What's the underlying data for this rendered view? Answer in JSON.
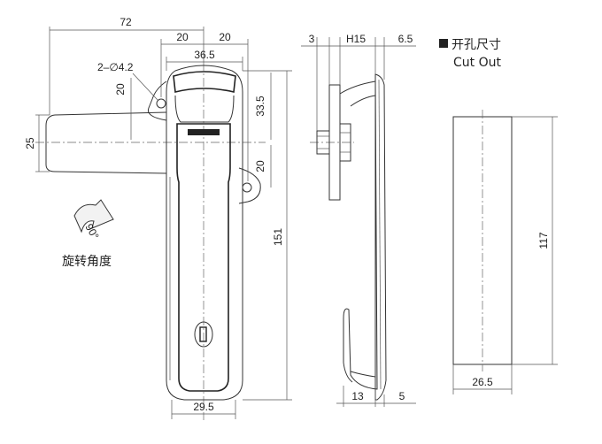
{
  "title": {
    "cn": "开孔尺寸",
    "en": "Cut Out"
  },
  "rotation": {
    "label": "旋转角度",
    "angle": "90°"
  },
  "dims": {
    "w72": "72",
    "w20a": "20",
    "w20b": "20",
    "w36_5": "36.5",
    "holes": "2–∅4.2",
    "h20a": "20",
    "h25": "25",
    "h33_5": "33.5",
    "h20b": "20",
    "h151": "151",
    "w29_5": "29.5",
    "s3": "3",
    "sH15": "H15",
    "s6_5": "6.5",
    "s13": "13",
    "s5": "5",
    "c117": "117",
    "c26_5": "26.5"
  },
  "colors": {
    "line": "#333333",
    "text": "#222222",
    "square": "#222222"
  }
}
